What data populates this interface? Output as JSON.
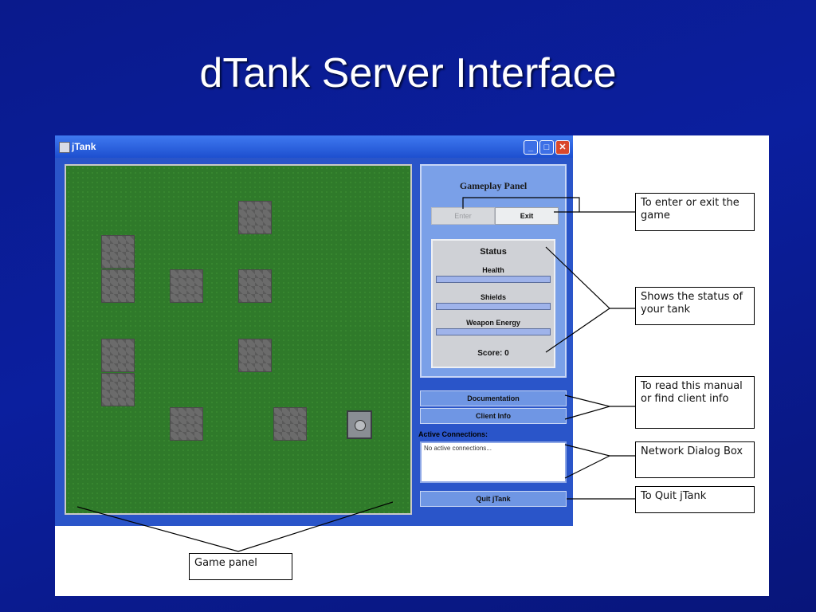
{
  "slide": {
    "title": "dTank Server Interface"
  },
  "window": {
    "title": "jTank",
    "icons": [
      "app-icon",
      "minimize-icon",
      "maximize-icon",
      "close-icon"
    ]
  },
  "gameplay_panel": {
    "title": "Gameplay Panel",
    "enter_label": "Enter",
    "exit_label": "Exit",
    "status": {
      "title": "Status",
      "health_label": "Health",
      "shields_label": "Shields",
      "weapon_label": "Weapon Energy",
      "score_label": "Score: 0"
    }
  },
  "buttons": {
    "documentation": "Documentation",
    "client_info": "Client Info",
    "quit": "Quit jTank"
  },
  "connections": {
    "label": "Active Connections:",
    "text": "No active connections..."
  },
  "callouts": {
    "enter_exit": "To enter or exit the game",
    "status": "Shows the status of your tank",
    "docs": "To read this manual or find client info",
    "network": "Network Dialog Box",
    "quit": "To Quit jTank",
    "game_panel": "Game panel"
  },
  "colors": {
    "background": "#0b1f9e",
    "grass": "#2f7a2a",
    "panel": "#7aa0e8",
    "title_bar": "#2a5fdc"
  }
}
